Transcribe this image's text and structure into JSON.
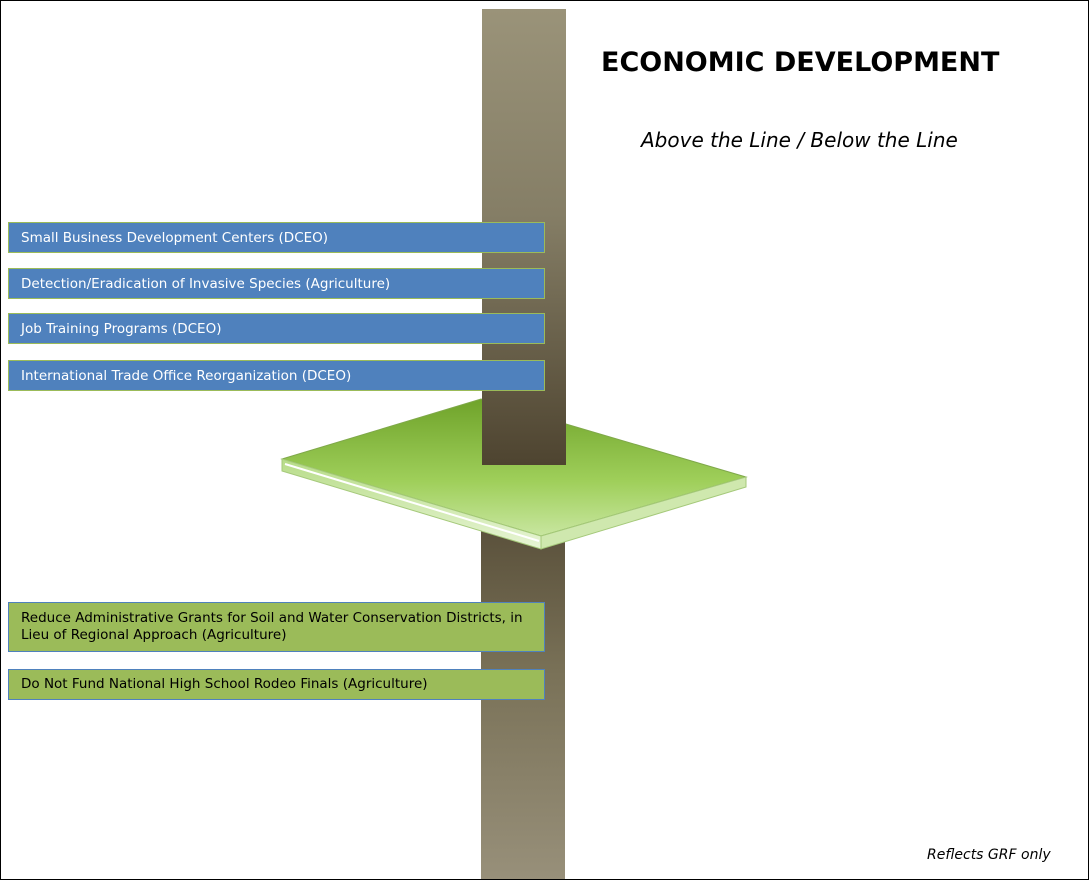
{
  "title": "ECONOMIC DEVELOPMENT",
  "subtitle": "Above the Line / Below the Line",
  "footnote": "Reflects GRF only",
  "above_line_items": [
    "Small Business Development Centers (DCEO)",
    "Detection/Eradication of Invasive Species (Agriculture)",
    "Job Training Programs (DCEO)",
    "International Trade Office Reorganization (DCEO)"
  ],
  "below_line_items": [
    "Reduce Administrative Grants for Soil and Water Conservation Districts, in Lieu of Regional Approach (Agriculture)",
    "Do Not Fund National High School Rodeo Finals (Agriculture)"
  ],
  "colors": {
    "above_fill": "#4f81bd",
    "below_fill": "#9bbb59",
    "pillar": "#8c8570",
    "platform": "#8fbf3f"
  }
}
